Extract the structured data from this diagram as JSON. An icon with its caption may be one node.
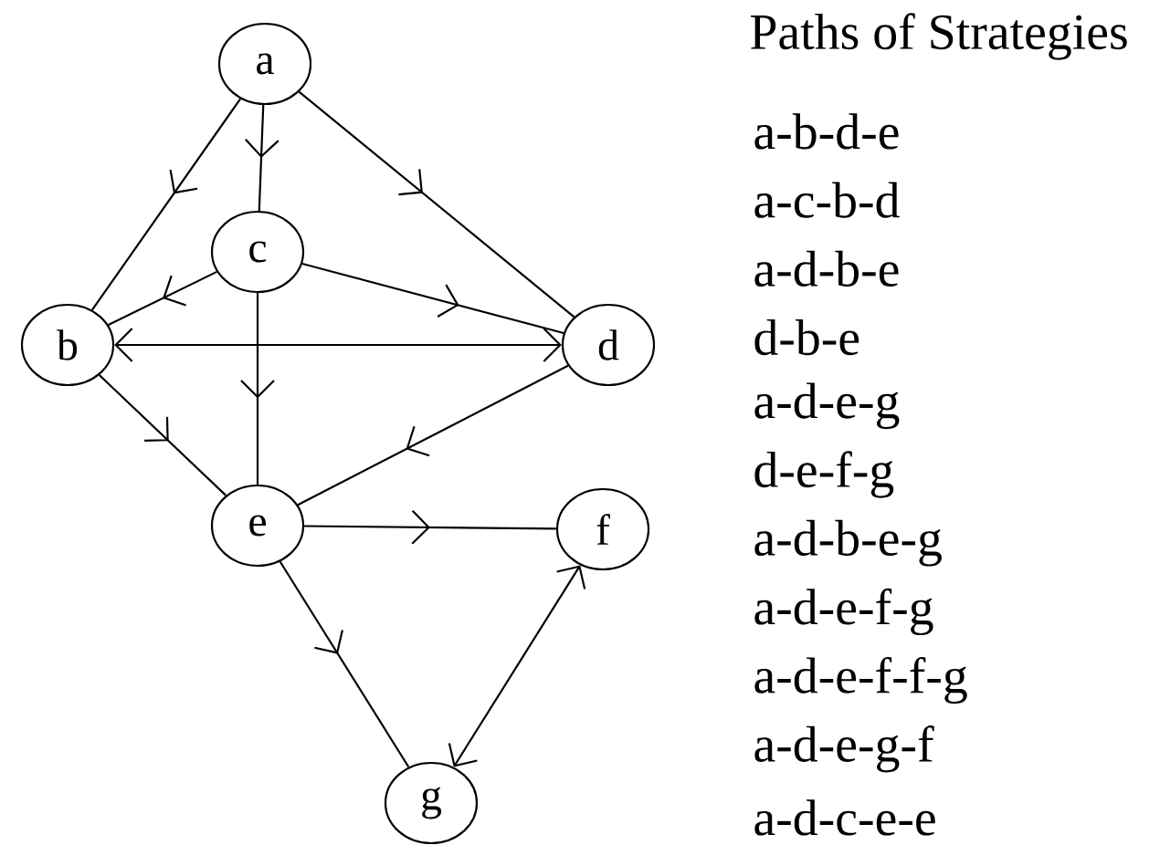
{
  "diagram": {
    "title": "Paths of Strategies",
    "nodes": [
      {
        "text": [
          "a"
        ]
      },
      {
        "text": [
          "c"
        ]
      },
      {
        "text": [
          "b"
        ]
      },
      {
        "text": [
          "d"
        ]
      },
      {
        "text": [
          "e"
        ]
      },
      {
        "text": [
          "f"
        ]
      },
      {
        "text": [
          "g"
        ]
      }
    ],
    "edges": [
      {
        "from": 0,
        "to": 2,
        "arrow": "to"
      },
      {
        "from": 0,
        "to": 1,
        "arrow": "to"
      },
      {
        "from": 0,
        "to": 3,
        "arrow": "to"
      },
      {
        "from": 1,
        "to": 2,
        "arrow": "to"
      },
      {
        "from": 1,
        "to": 3,
        "arrow": "to"
      },
      {
        "from": 1,
        "to": 4,
        "arrow": "to"
      },
      {
        "from": 2,
        "to": 3,
        "arrow": "both"
      },
      {
        "from": 2,
        "to": 4,
        "arrow": "to"
      },
      {
        "from": 3,
        "to": 4,
        "arrow": "to"
      },
      {
        "from": 4,
        "to": 5,
        "arrow": "to"
      },
      {
        "from": 4,
        "to": 6,
        "arrow": "to"
      },
      {
        "from": 5,
        "to": 6,
        "arrow": "both"
      }
    ],
    "labels": [
      "a-b-d-e",
      "a-c-b-d",
      "a-d-b-e",
      "d-b-e",
      "a-d-e-g",
      "d-e-f-g",
      "a-d-b-e-g",
      "a-d-e-f-g",
      "a-d-e-f-f-g",
      "a-d-e-g-f",
      "a-d-c-e-e"
    ]
  }
}
